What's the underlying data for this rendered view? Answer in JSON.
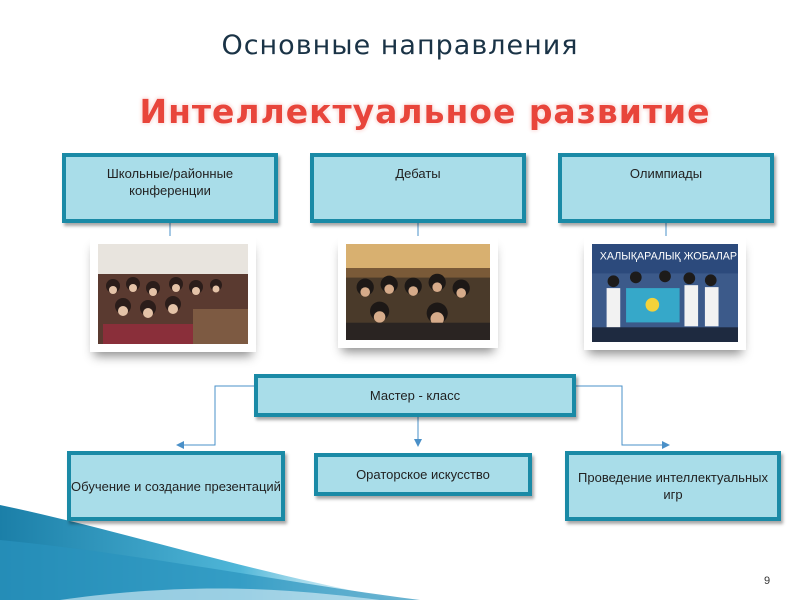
{
  "slide": {
    "title": "Основные направления",
    "subtitle": "Интеллектуальное развитие",
    "page_number": "9"
  },
  "top_boxes": [
    {
      "label": "Школьные/районные конференции"
    },
    {
      "label": "Дебаты"
    },
    {
      "label": "Олимпиады"
    }
  ],
  "photos": {
    "olympiad_banner": "ХАЛЫҚАРАЛЫҚ ЖОБАЛАР"
  },
  "master_class": {
    "label": "Мастер - класс"
  },
  "bottom_boxes": [
    {
      "label": "Обучение и создание презентаций"
    },
    {
      "label": "Ораторское искусство"
    },
    {
      "label": "Проведение интеллектуальных игр"
    }
  ],
  "colors": {
    "box_fill": "#a9dde9",
    "box_border": "#1a8aa6",
    "subtitle": "#e8453b",
    "connector": "#4a90c8"
  }
}
